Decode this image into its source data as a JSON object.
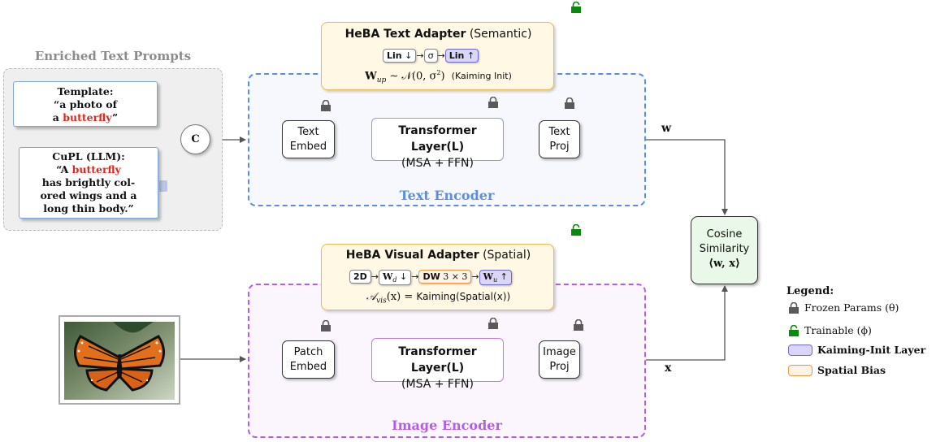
{
  "enriched_prompts": {
    "title": "Enriched Text Prompts",
    "template_card": {
      "line1": "Template:",
      "line2": "“a photo of",
      "line3_pre": "a ",
      "line3_red": "butterfly",
      "line3_post": "”"
    },
    "cupl_card": {
      "line1": "CuPL (LLM):",
      "line2_pre": "“A ",
      "line2_red": "butterfly",
      "line3": "has brightly col-",
      "line4": "ored wings and a",
      "line5": "long thin body.”"
    },
    "concat_label": "C"
  },
  "text_encoder": {
    "label": "Text Encoder",
    "embed": {
      "line1": "Text",
      "line2": "Embed"
    },
    "transformer": {
      "line1": "Transformer Layer(L)",
      "line2": "(MSA + FFN)"
    },
    "proj": {
      "line1": "Text",
      "line2": "Proj"
    },
    "output_symbol": "w"
  },
  "text_adapter": {
    "title_bold": "HeBA Text Adapter",
    "title_rest": " (Semantic)",
    "chip1_bold": "Lin",
    "chip1_rest": " ↓",
    "chip2": "σ",
    "chip3_bold": "Lin",
    "chip3_rest": " ↑",
    "formula_left": "W",
    "formula_sub": "up",
    "formula_mid": " ∼ 𝒩(0, σ",
    "formula_sup": "2",
    "formula_end": ")",
    "formula_note": "(Kaiming Init)"
  },
  "image_encoder": {
    "label": "Image Encoder",
    "embed": {
      "line1": "Patch",
      "line2": "Embed"
    },
    "transformer": {
      "line1": "Transformer Layer(L)",
      "line2": "(MSA + FFN)"
    },
    "proj": {
      "line1": "Image",
      "line2": "Proj"
    },
    "output_symbol": "x"
  },
  "visual_adapter": {
    "title_bold": "HeBA Visual Adapter",
    "title_rest": " (Spatial)",
    "chip1": "2D",
    "chip2_main": "W",
    "chip2_sub": "d",
    "chip2_arrow": " ↓",
    "chip3_bold": "DW",
    "chip3_rest": " 3 × 3",
    "chip4_main": "W",
    "chip4_sub": "u",
    "chip4_arrow": " ↑",
    "formula_left": "𝒜",
    "formula_sub": "vis",
    "formula_mid": "(x) = ",
    "formula_right": "Kaiming(Spatial(x))"
  },
  "cosine": {
    "line1": "Cosine",
    "line2": "Similarity",
    "line3": "⟨w, x⟩"
  },
  "legend": {
    "title": "Legend:",
    "frozen": "Frozen Params (θ)",
    "trainable": "Trainable (ϕ)",
    "kaiming": "Kaiming-Init Layer",
    "spatial": "Spatial Bias"
  },
  "colors": {
    "frozen_lock": "#5a5a5a",
    "trainable_lock": "#0a8a0a",
    "text_encoder_border": "#5b8fe0",
    "image_encoder_border": "#b35fe2",
    "adapter_fill": "#fff8e5",
    "adapter_border": "#f0b84a",
    "kaiming_fill": "#d9d6f7",
    "cosine_fill": "#e9f8e8",
    "highlight_red": "#e0261e"
  },
  "icons": {
    "frozen": "closed-lock-icon",
    "trainable": "open-lock-icon"
  }
}
